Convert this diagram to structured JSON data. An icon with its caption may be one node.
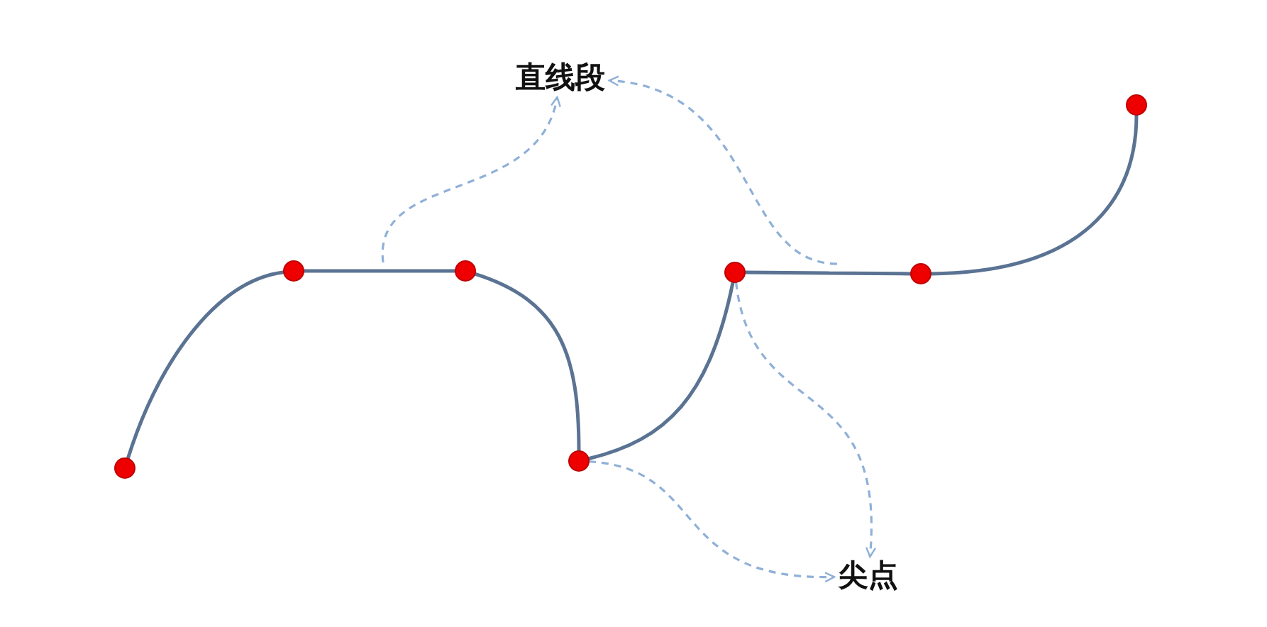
{
  "diagram": {
    "nodes": [
      {
        "text": [
          "直线段"
        ]
      },
      {
        "text": [],
        "shape": "circle"
      },
      {
        "text": [],
        "shape": "circle"
      },
      {
        "text": [],
        "shape": "circle"
      },
      {
        "text": [],
        "shape": "circle"
      },
      {
        "text": [],
        "shape": "circle"
      },
      {
        "text": [],
        "shape": "circle"
      },
      {
        "text": [],
        "shape": "circle"
      },
      {
        "text": [
          "尖点"
        ]
      }
    ],
    "edges": [
      {
        "from": 1,
        "to": 2,
        "arrow": "none"
      },
      {
        "from": 2,
        "to": 3,
        "arrow": "none"
      },
      {
        "from": 3,
        "to": 4,
        "arrow": "none"
      },
      {
        "from": 4,
        "to": 5,
        "arrow": "none"
      },
      {
        "from": 5,
        "to": 6,
        "arrow": "none"
      },
      {
        "from": 6,
        "to": 7,
        "arrow": "none"
      },
      {
        "from": null,
        "to": 0,
        "arrow": "to",
        "style": "dashed",
        "color": "#8fb0d8"
      },
      {
        "from": null,
        "to": 0,
        "arrow": "to",
        "style": "dashed",
        "color": "#8fb0d8"
      },
      {
        "from": 5,
        "to": 8,
        "arrow": "to",
        "style": "dashed",
        "color": "#8fb0d8"
      },
      {
        "from": 4,
        "to": 8,
        "arrow": "to",
        "style": "dashed",
        "color": "#8fb0d8"
      }
    ]
  }
}
